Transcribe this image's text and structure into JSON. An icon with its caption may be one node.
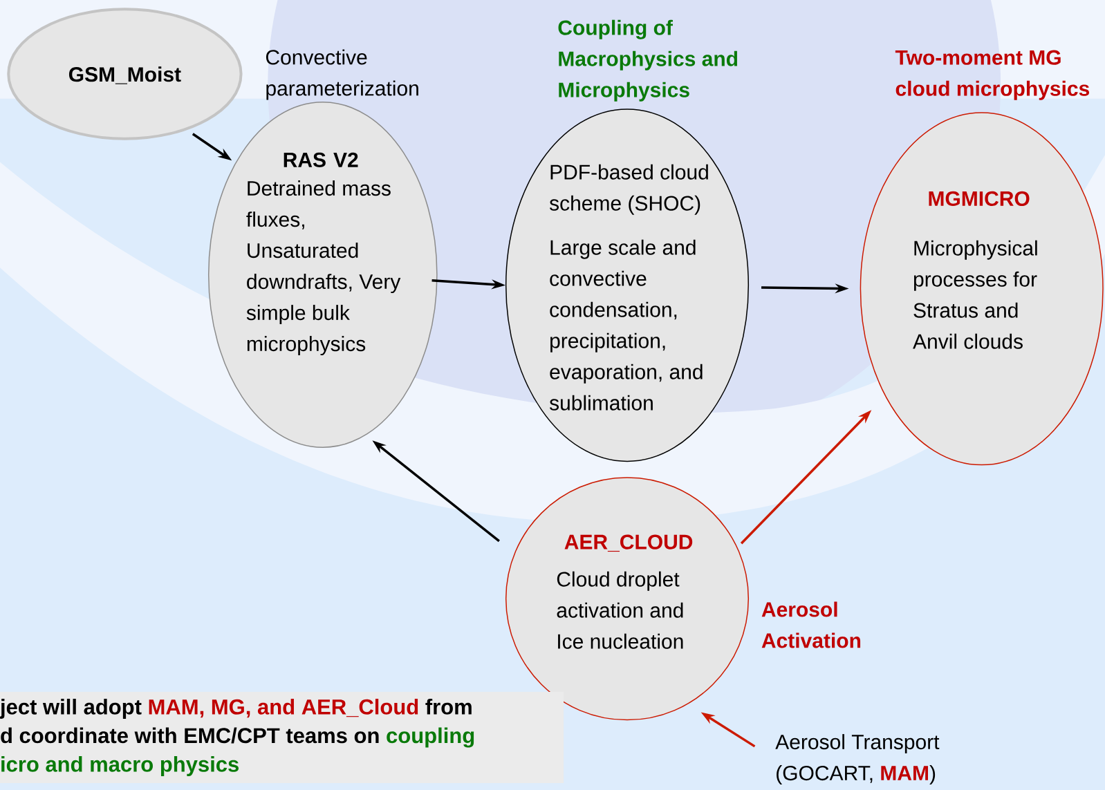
{
  "diagram": {
    "nodes": [
      {
        "text": [
          "GSM_Moist"
        ]
      },
      {
        "text": [
          "RAS V2",
          "Detrained mass fluxes, Unsaturated downdrafts, Very simple bulk microphysics"
        ],
        "beside": [
          "Convective parameterization"
        ]
      },
      {
        "text": [
          "Coupling of Macrophysics and Microphysics",
          "PDF-based cloud scheme (SHOC)",
          "Large scale and convective condensation, precipitation, evaporation, and sublimation"
        ]
      },
      {
        "text": [
          "Two-moment MG cloud microphysics",
          "MGMICRO",
          "Microphysical processes for Stratus and Anvil clouds"
        ]
      },
      {
        "text": [
          "AER_CLOUD",
          "Cloud droplet activation and Ice nucleation"
        ],
        "beside": [
          "Aerosol Activation"
        ]
      },
      {
        "text": [
          "Aerosol Transport (GOCART,",
          "MAM",
          ")"
        ]
      },
      {
        "text": [
          "ject will adopt",
          "MAM, MG, and AER_Cloud",
          "from",
          "d coordinate with EMC/CPT teams on",
          "coupling",
          "icro and macro physics"
        ]
      }
    ],
    "edges": [
      {
        "from": 0,
        "to": 1,
        "arrow": "to"
      },
      {
        "from": 1,
        "to": 2,
        "arrow": "to"
      },
      {
        "from": 2,
        "to": 3,
        "arrow": "to"
      },
      {
        "from": 4,
        "to": 1,
        "arrow": "to"
      },
      {
        "from": 4,
        "to": 3,
        "arrow": "to",
        "color": "#cc1a00"
      },
      {
        "from": 5,
        "to": 4,
        "arrow": "to",
        "color": "#cc1a00"
      }
    ]
  }
}
